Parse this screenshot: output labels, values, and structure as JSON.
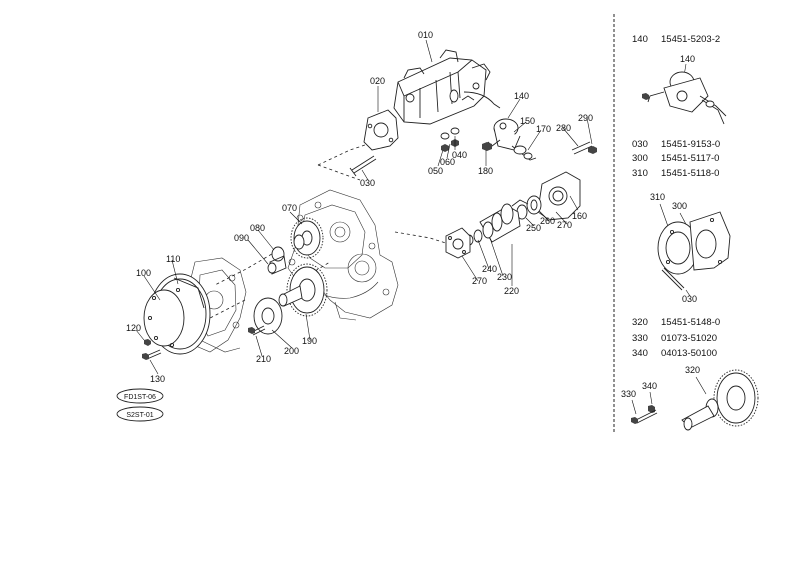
{
  "callouts": {
    "c010": "010",
    "c020": "020",
    "c030": "030",
    "c040": "040",
    "c050": "050",
    "c060": "060",
    "c070": "070",
    "c080": "080",
    "c090": "090",
    "c100": "100",
    "c110": "110",
    "c120": "120",
    "c130": "130",
    "c140": "140",
    "c150": "150",
    "c160": "160",
    "c170": "170",
    "c180": "180",
    "c190": "190",
    "c200": "200",
    "c210": "210",
    "c220": "220",
    "c230": "230",
    "c240": "240",
    "c250": "250",
    "c260": "260",
    "c270a": "270",
    "c270b": "270",
    "c280": "280",
    "c290": "290"
  },
  "model_codes": {
    "code1": "FD1ST-06",
    "code2": "S2ST-01"
  },
  "parts_list": [
    {
      "no": "140",
      "part": "15451-5203-2"
    },
    {
      "no": "030",
      "part": "15451-9153-0"
    },
    {
      "no": "300",
      "part": "15451-5117-0"
    },
    {
      "no": "310",
      "part": "15451-5118-0"
    },
    {
      "no": "320",
      "part": "15451-5148-0"
    },
    {
      "no": "330",
      "part": "01073-51020"
    },
    {
      "no": "340",
      "part": "04013-50100"
    }
  ],
  "inset_callouts": {
    "i140": "140",
    "i310": "310",
    "i300": "300",
    "i030": "030",
    "i320": "320",
    "i330": "330",
    "i340": "340"
  }
}
